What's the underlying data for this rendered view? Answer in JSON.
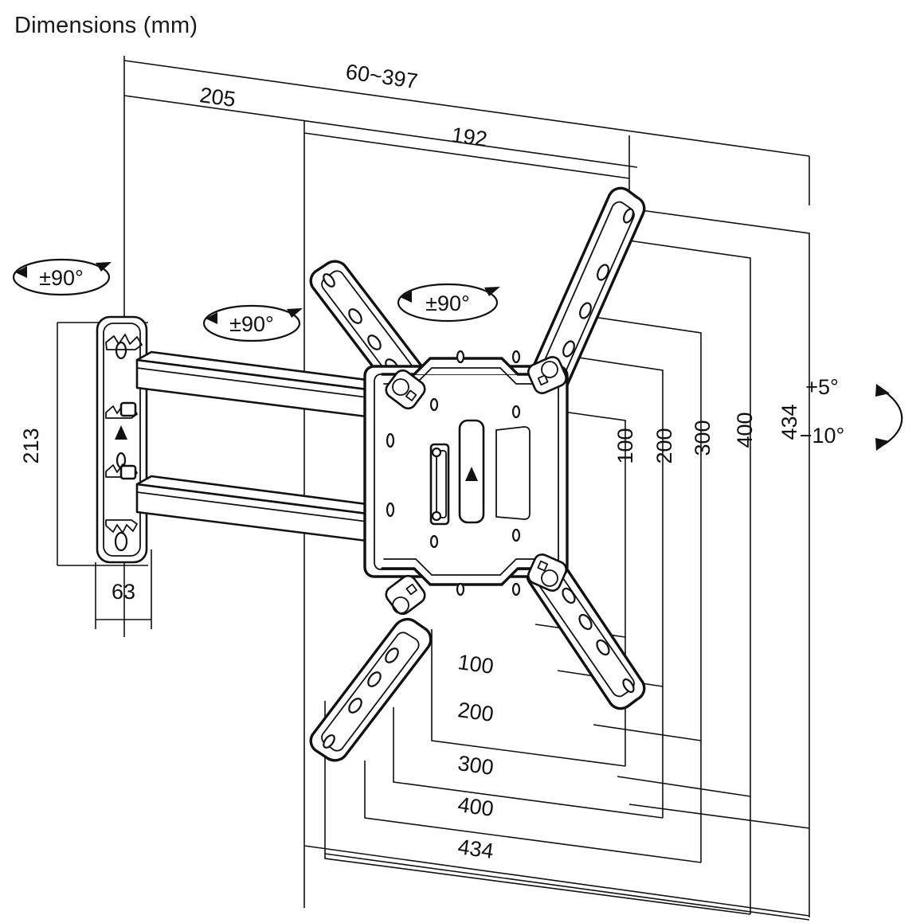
{
  "title": "Dimensions (mm)",
  "units": "mm",
  "dimensions": {
    "top": [
      {
        "name": "extension-range",
        "value": "60~397"
      },
      {
        "name": "wall-to-pivot",
        "value": "205"
      },
      {
        "name": "arm-span",
        "value": "192"
      }
    ],
    "left": [
      {
        "name": "wall-plate-height",
        "value": "213"
      },
      {
        "name": "wall-plate-depth",
        "value": "63"
      }
    ],
    "right_vertical": [
      {
        "name": "vesa-v-100",
        "value": "100"
      },
      {
        "name": "vesa-v-200",
        "value": "200"
      },
      {
        "name": "vesa-v-300",
        "value": "300"
      },
      {
        "name": "vesa-v-400",
        "value": "400"
      },
      {
        "name": "overall-height",
        "value": "434"
      }
    ],
    "bottom_horizontal": [
      {
        "name": "vesa-h-100",
        "value": "100"
      },
      {
        "name": "vesa-h-200",
        "value": "200"
      },
      {
        "name": "vesa-h-300",
        "value": "300"
      },
      {
        "name": "vesa-h-400",
        "value": "400"
      },
      {
        "name": "overall-width",
        "value": "434"
      }
    ]
  },
  "rotation_labels": [
    {
      "name": "wall-plate-swivel",
      "value": "±90°"
    },
    {
      "name": "mid-arm-swivel",
      "value": "±90°"
    },
    {
      "name": "head-swivel",
      "value": "±90°"
    }
  ],
  "tilt_labels": {
    "up": "+5°",
    "down": "−10°"
  },
  "chart_data": {
    "type": "table",
    "title": "Dimensions (mm)",
    "categories": [
      "60~397",
      "205",
      "192",
      "213",
      "63",
      "100",
      "200",
      "300",
      "400",
      "434",
      "100",
      "200",
      "300",
      "400",
      "434"
    ],
    "values": [
      397,
      205,
      192,
      213,
      63,
      100,
      200,
      300,
      400,
      434,
      100,
      200,
      300,
      400,
      434
    ],
    "annotations": [
      "±90°",
      "±90°",
      "±90°",
      "+5°",
      "−10°"
    ],
    "xlabel": "",
    "ylabel": "",
    "grid": false,
    "legend": "none"
  },
  "colors": {
    "ink": "#111111",
    "paper": "#ffffff"
  }
}
